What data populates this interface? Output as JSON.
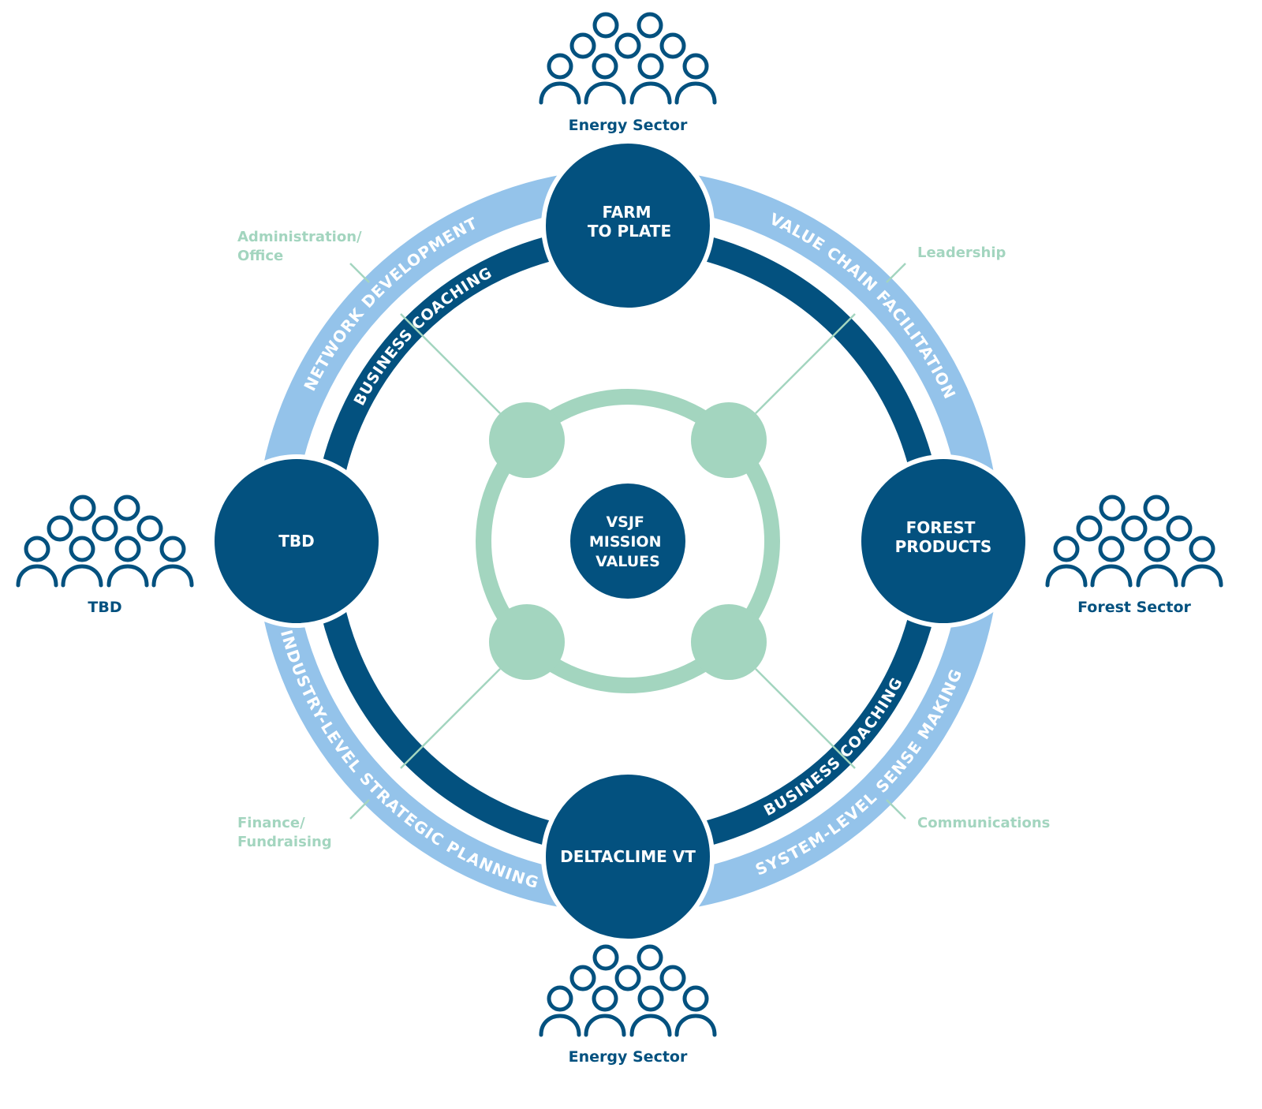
{
  "colors": {
    "dark_blue": "#03517f",
    "light_blue": "#94c3ea",
    "mint": "#a3d5bf",
    "white": "#ffffff"
  },
  "center": {
    "lines": [
      "VSJF",
      "MISSION",
      "VALUES"
    ]
  },
  "hubs": [
    {
      "id": "top",
      "lines": [
        "FARM",
        "TO PLATE"
      ]
    },
    {
      "id": "right",
      "lines": [
        "FOREST",
        "PRODUCTS"
      ]
    },
    {
      "id": "bottom",
      "lines": [
        "DELTACLIME VT"
      ]
    },
    {
      "id": "left",
      "lines": [
        "TBD"
      ]
    }
  ],
  "outer_ring_labels": {
    "top_left": "NETWORK DEVELOPMENT",
    "top_right": "VALUE CHAIN FACILITATION",
    "bottom_right": "SYSTEM-LEVEL SENSE MAKING",
    "bottom_left": "INDUSTRY-LEVEL STRATEGIC PLANNING"
  },
  "inner_ring_labels": {
    "top_left": "BUSINESS COACHING",
    "bottom_right": "BUSINESS COACHING"
  },
  "roles": {
    "top_left": [
      "Administration/",
      "Office"
    ],
    "top_right": [
      "Leadership"
    ],
    "bottom_right": [
      "Communications"
    ],
    "bottom_left": [
      "Finance/",
      "Fundraising"
    ]
  },
  "sectors": {
    "top": "Energy Sector",
    "right": "Forest Sector",
    "bottom": "Energy Sector",
    "left": "TBD"
  },
  "icons": {
    "people": "people-group-icon"
  }
}
